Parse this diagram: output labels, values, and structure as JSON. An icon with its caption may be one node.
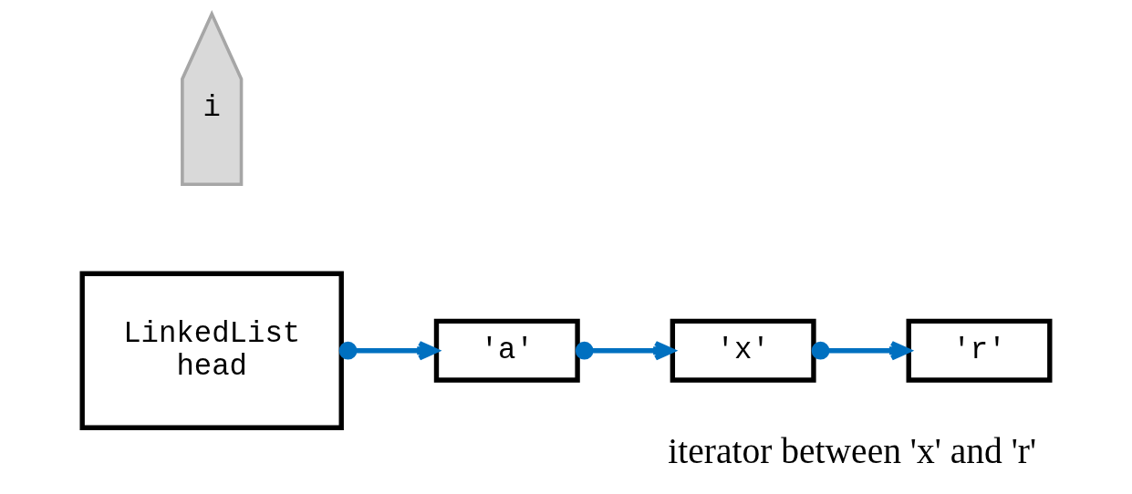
{
  "diagram": {
    "caption": "iterator between 'x' and 'r'",
    "nodes": [
      {
        "text": [
          "LinkedList",
          "head"
        ]
      },
      {
        "text": [
          "'a'"
        ]
      },
      {
        "text": [
          "'x'"
        ]
      },
      {
        "text": [
          "'r'"
        ]
      },
      {
        "text": [
          "i"
        ]
      }
    ],
    "edges": [
      {
        "from": 0,
        "to": 1,
        "arrow": "to"
      },
      {
        "from": 1,
        "to": 2,
        "arrow": "to"
      },
      {
        "from": 2,
        "to": 3,
        "arrow": "to"
      }
    ]
  }
}
